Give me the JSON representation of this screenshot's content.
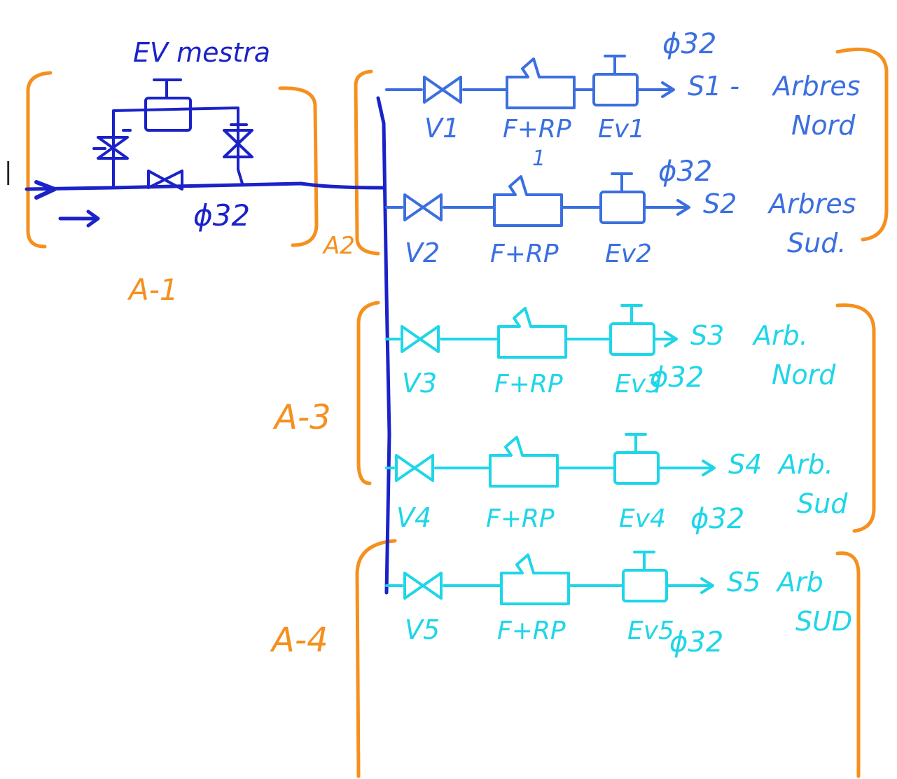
{
  "colors": {
    "master": "#1a22c8",
    "top_branch": "#3b6fe0",
    "lower_branch": "#1ed6e8",
    "bracket": "#f5901e",
    "background": "#ffffff"
  },
  "master_section": {
    "title": "EV mestra",
    "diameter": "ϕ32",
    "zone_label": "A-1",
    "zone2_label": "A2",
    "inlet_arrow": "→",
    "cursor_mark": "|"
  },
  "zones": {
    "a3": "A-3",
    "a4": "A-4"
  },
  "branches": [
    {
      "valve": "V1",
      "filter": "F+RP",
      "ev": "Ev1",
      "diameter": "ϕ32",
      "sector": "S1 -",
      "desc1": "Arbres",
      "desc2": "Nord"
    },
    {
      "valve": "V2",
      "filter": "F+RP",
      "ev": "Ev2",
      "diameter": "ϕ32",
      "sector": "S2",
      "desc1": "Arbres",
      "desc2": "Sud."
    },
    {
      "valve": "V3",
      "filter": "F+RP",
      "ev": "Ev3",
      "diameter": "ϕ32",
      "sector": "S3",
      "desc1": "Arb.",
      "desc2": "Nord"
    },
    {
      "valve": "V4",
      "filter": "F+RP",
      "ev": "Ev4",
      "diameter": "ϕ32",
      "sector": "S4",
      "desc1": "Arb.",
      "desc2": "Sud"
    },
    {
      "valve": "V5",
      "filter": "F+RP",
      "ev": "Ev5",
      "diameter": "ϕ32",
      "sector": "S5",
      "desc1": "Arb",
      "desc2": "SUD"
    }
  ],
  "annotations": {
    "upstream_mark": "1"
  }
}
